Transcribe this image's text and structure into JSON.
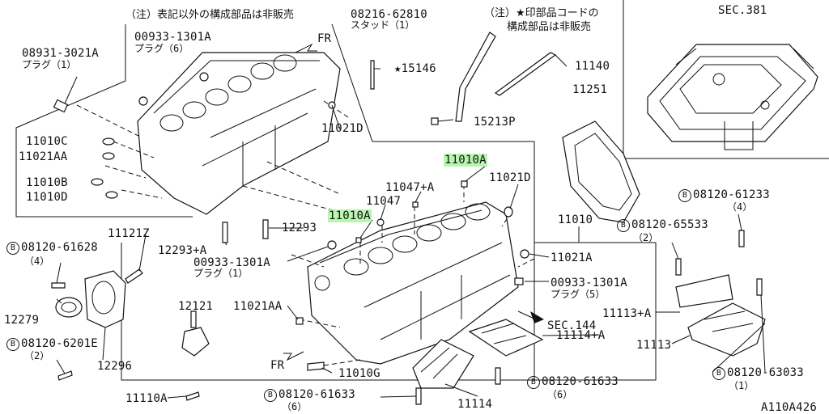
{
  "notes": {
    "left": "（注）表記以外の構成部品は非販売",
    "right_line1": "（注）★印部品コードの",
    "right_line2": "構成部品は非販売"
  },
  "sec_381": "SEC.381",
  "sec_144": "SEC.144",
  "fr": "FR",
  "diagram_id": "A110A426",
  "parts": {
    "p08931": "08931-3021A",
    "p08931_sub": "プラグ（1）",
    "p00933_top": "00933-1301A",
    "p00933_top_sub": "プラグ（6）",
    "p08216": "08216-62810",
    "p08216_sub": "スタッド（1）",
    "p15146": "★15146",
    "p11140": "11140",
    "p15213p": "15213P",
    "p11251": "11251",
    "p11010c": "11010C",
    "p11021aa_l": "11021AA",
    "p11010b": "11010B",
    "p11010d": "11010D",
    "p11021d_top": "11021D",
    "p11010a_top": "11010A",
    "p11047a": "11047+A",
    "p11047": "11047",
    "p11010a_mid": "11010A",
    "p11021d_r": "11021D",
    "p11010": "11010",
    "p12293": "12293",
    "p12293a": "12293+A",
    "p00933_mid": "00933-1301A",
    "p00933_mid_sub": "プラグ（1）",
    "p11021a": "11021A",
    "p00933_r": "00933-1301A",
    "p00933_r_sub": "プラグ（5）",
    "p11121z": "11121Z",
    "b61628": "08120-61628",
    "b61628_q": "（4）",
    "p12279": "12279",
    "b6201e": "08120-6201E",
    "b6201e_q": "（2）",
    "p12296": "12296",
    "p12121": "12121",
    "p11021aa_m": "11021AA",
    "p11010g": "11010G",
    "p11110a": "11110A",
    "b61633_l": "08120-61633",
    "b61633_l_q": "（6）",
    "p11114": "11114",
    "p11114a": "11114+A",
    "b61633_r": "08120-61633",
    "b61633_r_q": "（6）",
    "b61233": "08120-61233",
    "b61233_q": "（4）",
    "b65533": "08120-65533",
    "b65533_q": "（2）",
    "p11113a": "11113+A",
    "p11113": "11113",
    "b63033": "08120-63033",
    "b63033_q": "（1）",
    "bolt_mark": "B"
  },
  "highlight_color": "#b8f5b0"
}
